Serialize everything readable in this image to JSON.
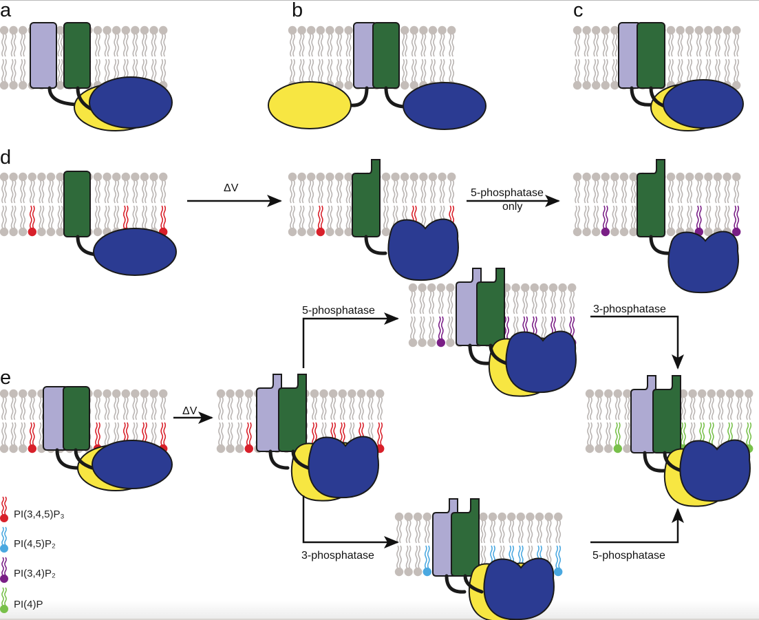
{
  "figure": {
    "panels": [
      {
        "id": "a",
        "label": "a"
      },
      {
        "id": "b",
        "label": "b"
      },
      {
        "id": "c",
        "label": "c"
      },
      {
        "id": "d",
        "label": "d"
      },
      {
        "id": "e",
        "label": "e"
      }
    ],
    "arrows": {
      "d_voltage": "ΔV",
      "d_5phos_line1": "5-phosphatase",
      "d_5phos_line2": "only",
      "e_voltage": "ΔV",
      "e_upper_5phos": "5-phosphatase",
      "e_upper_3phos": "3-phosphatase",
      "e_lower_3phos": "3-phosphatase",
      "e_lower_5phos": "5-phosphatase"
    },
    "legend": [
      {
        "label": "PI(3,4,5)P₃",
        "color": "#d8202a"
      },
      {
        "label": "PI(4,5)P₂",
        "color": "#4aa8e0"
      },
      {
        "label": "PI(3,4)P₂",
        "color": "#7a1f86"
      },
      {
        "label": "PI(4)P",
        "color": "#78c04a"
      }
    ],
    "colors": {
      "lipid_head": "#c4bdb9",
      "lipid_tail": "#b9b4b2",
      "voltage_sensor_lavender": "#aeaad2",
      "voltage_sensor_green": "#2f6a3a",
      "phosphatase_blue": "#2b3b92",
      "c2_yellow": "#f7e642",
      "outline": "#1a1a1a"
    }
  }
}
